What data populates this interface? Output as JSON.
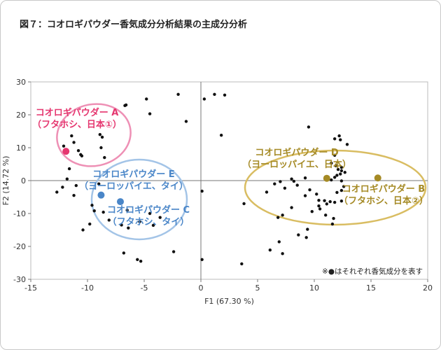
{
  "figure": {
    "title": "図７：コオロギパウダー香気成分分析結果の主成分分析"
  },
  "colors": {
    "pink": "#e5366f",
    "blue": "#4a86c8",
    "gold": "#a58a25",
    "pink_ellipse": "#ee90b5",
    "blue_ellipse": "#a3c4e7",
    "gold_ellipse": "#d9bd62",
    "points": "#111111",
    "plot_border": "#bbbbbb"
  },
  "chart_data": {
    "type": "scatter",
    "title": "",
    "xlabel": "F1 (67.30 %)",
    "ylabel": "F2 (14.72 %)",
    "xlim": [
      -15,
      20
    ],
    "ylim": [
      -30,
      30
    ],
    "xticks": [
      -15,
      -10,
      -5,
      0,
      5,
      10,
      15,
      20
    ],
    "yticks": [
      -30,
      -20,
      -10,
      0,
      10,
      20,
      30
    ],
    "grid": false,
    "note": "※●はそれぞれ香気成分を表す",
    "volatile_compounds": [
      [
        -4.8,
        24.8
      ],
      [
        -2.0,
        26.2
      ],
      [
        1.2,
        26.2
      ],
      [
        2.1,
        26.0
      ],
      [
        0.3,
        24.8
      ],
      [
        -6.7,
        22.8
      ],
      [
        -6.6,
        23.0
      ],
      [
        -4.5,
        20.3
      ],
      [
        -1.3,
        18.0
      ],
      [
        1.8,
        13.8
      ],
      [
        -11.4,
        13.6
      ],
      [
        -11.2,
        11.6
      ],
      [
        -8.9,
        14.0
      ],
      [
        -8.7,
        13.2
      ],
      [
        -8.8,
        10.0
      ],
      [
        -8.5,
        7.0
      ],
      [
        -10.8,
        9.1
      ],
      [
        -10.6,
        7.9
      ],
      [
        -12.1,
        10.5
      ],
      [
        -10.5,
        7.5
      ],
      [
        -11.6,
        3.6
      ],
      [
        -11.8,
        0.5
      ],
      [
        -12.2,
        -2.0
      ],
      [
        -11.0,
        -1.5
      ],
      [
        -12.7,
        -3.5
      ],
      [
        -11.2,
        -4.5
      ],
      [
        -9.0,
        -1.0
      ],
      [
        -9.6,
        -7.5
      ],
      [
        -9.4,
        -9.2
      ],
      [
        -10.4,
        -15.0
      ],
      [
        -9.8,
        -13.2
      ],
      [
        -8.6,
        -9.6
      ],
      [
        -8.1,
        -12.0
      ],
      [
        -6.5,
        -9.0
      ],
      [
        -5.4,
        -12.5
      ],
      [
        -7.0,
        -13.5
      ],
      [
        -6.4,
        -14.4
      ],
      [
        -4.5,
        -10.0
      ],
      [
        -4.2,
        -13.6
      ],
      [
        -3.6,
        -11.2
      ],
      [
        -6.8,
        -22.0
      ],
      [
        -5.6,
        -24.0
      ],
      [
        -5.3,
        -24.5
      ],
      [
        -2.4,
        -21.6
      ],
      [
        0.1,
        -3.2
      ],
      [
        0.1,
        -24.0
      ],
      [
        3.6,
        -25.3
      ],
      [
        3.8,
        -7.0
      ],
      [
        5.8,
        -3.5
      ],
      [
        6.5,
        -1.0
      ],
      [
        7.4,
        -2.3
      ],
      [
        8.2,
        -0.2
      ],
      [
        8.5,
        -1.4
      ],
      [
        7.0,
        -0.3
      ],
      [
        8.0,
        0.5
      ],
      [
        9.2,
        0.8
      ],
      [
        9.6,
        -2.8
      ],
      [
        9.2,
        -4.6
      ],
      [
        10.2,
        -4.1
      ],
      [
        10.4,
        -6.0
      ],
      [
        10.9,
        -6.1
      ],
      [
        11.4,
        -6.4
      ],
      [
        11.8,
        -6.6
      ],
      [
        11.1,
        -7.1
      ],
      [
        10.4,
        -7.7
      ],
      [
        10.5,
        -8.6
      ],
      [
        9.8,
        -9.4
      ],
      [
        8.0,
        -8.2
      ],
      [
        7.2,
        -10.5
      ],
      [
        6.8,
        -11.2
      ],
      [
        11.0,
        -10.5
      ],
      [
        11.7,
        -11.5
      ],
      [
        11.6,
        -13.2
      ],
      [
        12.4,
        -6.2
      ],
      [
        12.0,
        -3.6
      ],
      [
        12.4,
        -3.0
      ],
      [
        12.6,
        -1.8
      ],
      [
        12.4,
        -0.1
      ],
      [
        11.5,
        0.2
      ],
      [
        11.8,
        1.0
      ],
      [
        12.0,
        1.6
      ],
      [
        12.3,
        2.0
      ],
      [
        12.7,
        2.5
      ],
      [
        12.4,
        3.0
      ],
      [
        12.1,
        3.4
      ],
      [
        11.9,
        4.5
      ],
      [
        12.4,
        4.0
      ],
      [
        11.5,
        5.3
      ],
      [
        11.8,
        7.7
      ],
      [
        12.3,
        12.4
      ],
      [
        12.2,
        13.6
      ],
      [
        11.8,
        12.7
      ],
      [
        9.5,
        16.3
      ],
      [
        9.4,
        -14.8
      ],
      [
        8.6,
        -16.5
      ],
      [
        9.3,
        -17.3
      ],
      [
        6.9,
        -18.6
      ],
      [
        6.1,
        -21.1
      ],
      [
        7.2,
        -22.2
      ],
      [
        12.9,
        11.0
      ]
    ],
    "samples": [
      {
        "label": "コオロギパウダー A",
        "sublabel": "（フタホシ、日本①）",
        "x": -11.9,
        "y": 8.9,
        "color_key": "pink"
      },
      {
        "label": "コオロギパウダー E",
        "sublabel": "（ヨーロッパイエ、タイ）",
        "x": -8.8,
        "y": -4.4,
        "color_key": "blue"
      },
      {
        "label": "コオロギパウダー C",
        "sublabel": "（フタホシ、タイ）",
        "x": -7.1,
        "y": -6.4,
        "color_key": "blue"
      },
      {
        "label": "コオロギパウダー D",
        "sublabel": "（ヨーロッパイエ、日本）",
        "x": 11.1,
        "y": 0.7,
        "color_key": "gold"
      },
      {
        "label": "コオロギパウダー B",
        "sublabel": "（フタホシ、日本②）",
        "x": 15.6,
        "y": 0.8,
        "color_key": "gold"
      }
    ]
  }
}
